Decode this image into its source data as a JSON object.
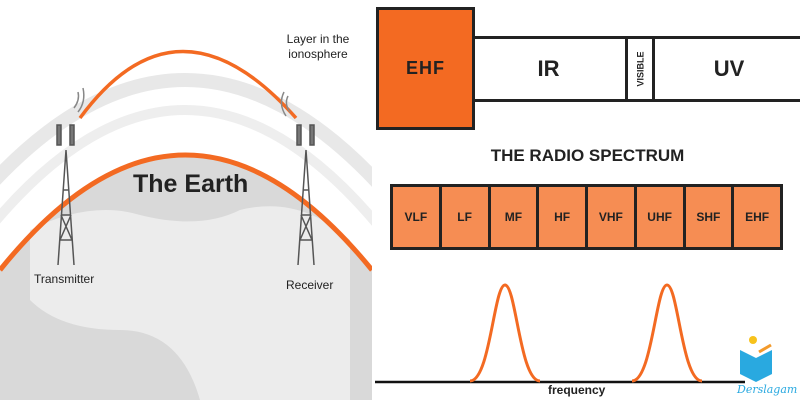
{
  "left_diagram": {
    "ionosphere_label": "Layer in the ionosphere",
    "earth_label": "The Earth",
    "transmitter_label": "Transmitter",
    "receiver_label": "Receiver"
  },
  "em_spectrum": {
    "bands": [
      "EHF",
      "IR",
      "VISIBLE",
      "UV"
    ]
  },
  "radio_spectrum": {
    "title": "THE RADIO SPECTRUM",
    "bands": [
      "VLF",
      "LF",
      "MF",
      "HF",
      "VHF",
      "UHF",
      "SHF",
      "EHF"
    ]
  },
  "frequency_plot": {
    "axis_label": "frequency"
  },
  "logo": {
    "text": "Derslagam"
  },
  "colors": {
    "accent": "#f36a22",
    "band_fill": "#f68d53",
    "outline": "#222222"
  }
}
